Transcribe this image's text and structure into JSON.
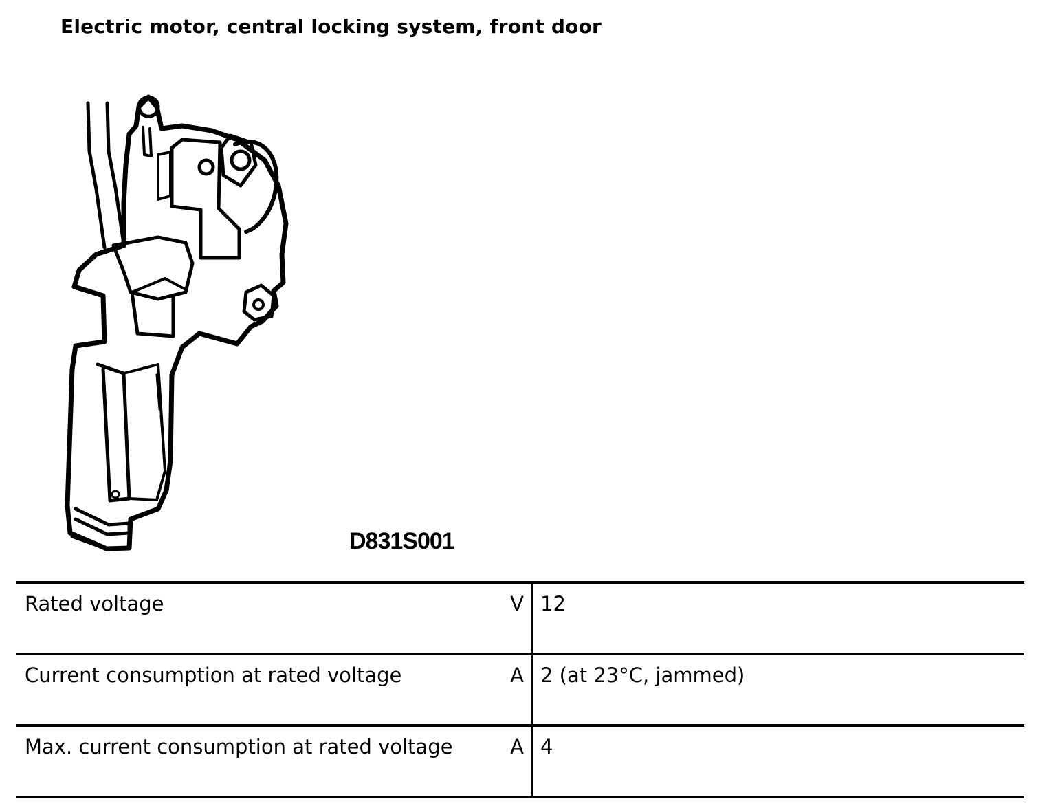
{
  "document": {
    "title": "Electric motor, central locking system, front door",
    "figure_code": "D831S001"
  },
  "specifications": {
    "rows": [
      {
        "label": "Rated voltage",
        "unit": "V",
        "value": "12"
      },
      {
        "label": "Current consumption at rated voltage",
        "unit": "A",
        "value": "2 (at 23°C, jammed)"
      },
      {
        "label": "Max. current consumption at rated voltage",
        "unit": "A",
        "value": "4"
      }
    ]
  },
  "colors": {
    "ink": "#000000",
    "background": "#ffffff"
  }
}
